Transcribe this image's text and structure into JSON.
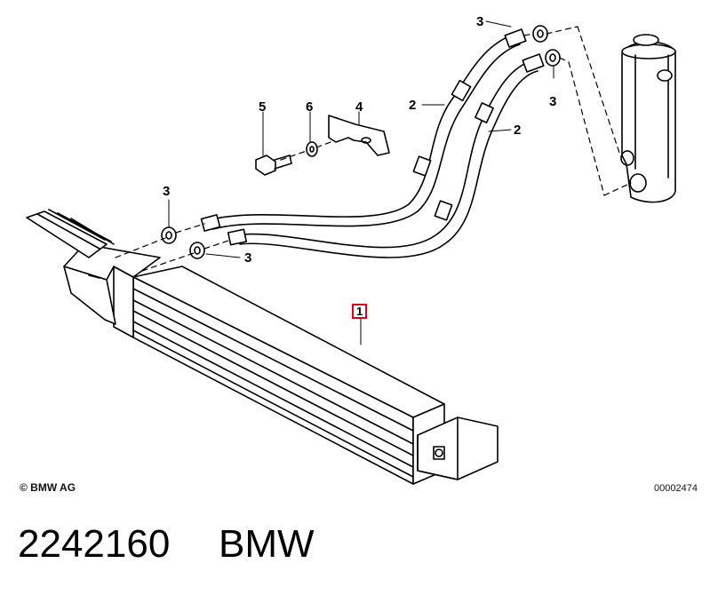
{
  "callouts": {
    "c1": "1",
    "c2a": "2",
    "c2b": "2",
    "c3a": "3",
    "c3b": "3",
    "c3c": "3",
    "c3d": "3",
    "c4": "4",
    "c5": "5",
    "c6": "6"
  },
  "copyright": "© BMW AG",
  "diagram_number": "00002474",
  "part_number": "2242160",
  "brand": "BMW",
  "colors": {
    "highlight": "#d0021b",
    "line": "#000000"
  }
}
